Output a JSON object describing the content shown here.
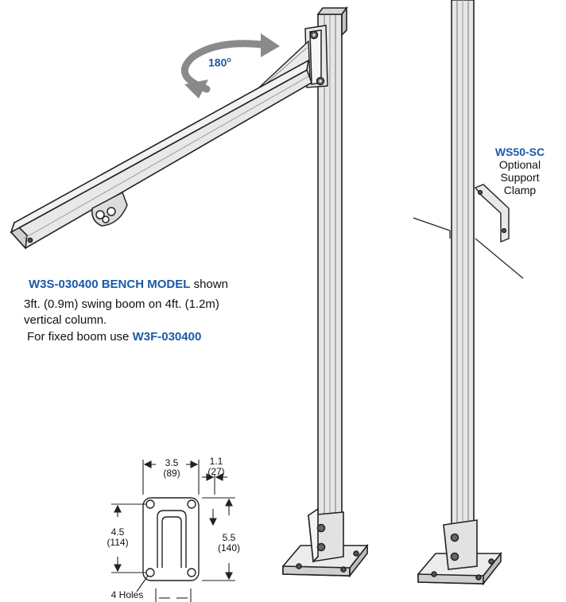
{
  "rotation": {
    "value": "180",
    "unit": "o"
  },
  "bench_model": {
    "model_code": "W3S-030400 BENCH MODEL",
    "suffix": "shown",
    "line2": "3ft. (0.9m) swing boom on 4ft. (1.2m)",
    "line3": "vertical column.",
    "fixed_prefix": "For fixed boom use",
    "fixed_code": "W3F-030400"
  },
  "clamp": {
    "code": "WS50-SC",
    "line1": "Optional",
    "line2": "Support",
    "line3": "Clamp"
  },
  "base_plate": {
    "width_in": "3.5",
    "width_mm": "(89)",
    "offset_in": "1.1",
    "offset_mm": "(27)",
    "hole_span_in": "4.5",
    "hole_span_mm": "(114)",
    "length_in": "5.5",
    "length_mm": "(140)",
    "holes_label": "4 Holes"
  },
  "colors": {
    "accent": "#1a5aa8",
    "metal": "#e4e4e4",
    "outline": "#222222"
  }
}
